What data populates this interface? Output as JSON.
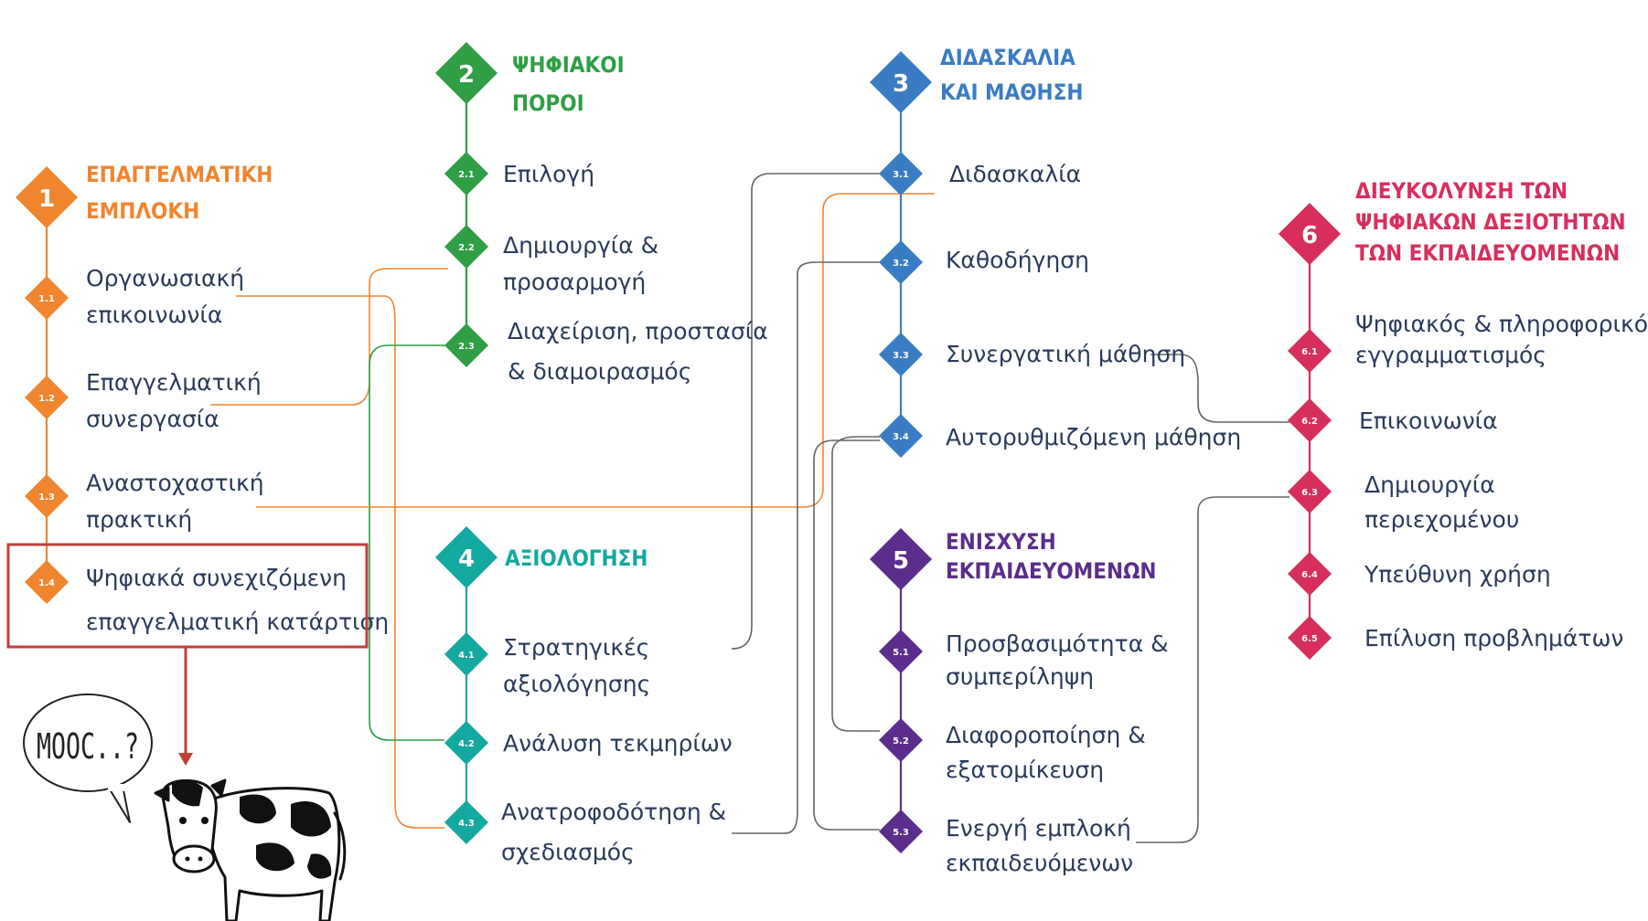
{
  "colors": {
    "area1": "#f0852f",
    "area2": "#2f9e44",
    "area3": "#3a7cc4",
    "area4": "#13a8a0",
    "area5": "#5b2d8c",
    "area6": "#d72f5c",
    "item_text": "#2a3b5a",
    "highlight": "#c0403a"
  },
  "areas": [
    {
      "number": "1",
      "title_lines": [
        "ΕΠΑΓΓΕΛΜΑΤΙΚΗ",
        "ΕΜΠΛΟΚΗ"
      ],
      "items": [
        {
          "code": "1.1",
          "lines": [
            "Οργανωσιακή",
            "επικοινωνία"
          ]
        },
        {
          "code": "1.2",
          "lines": [
            "Επαγγελματική",
            "συνεργασία"
          ]
        },
        {
          "code": "1.3",
          "lines": [
            "Αναστοχαστική",
            "πρακτική"
          ]
        },
        {
          "code": "1.4",
          "lines": [
            "Ψηφιακά συνεχιζόμενη",
            "επαγγελματική κατάρτιση"
          ]
        }
      ]
    },
    {
      "number": "2",
      "title_lines": [
        "ΨΗΦΙΑΚΟΙ",
        "ΠΟΡΟΙ"
      ],
      "items": [
        {
          "code": "2.1",
          "lines": [
            "Επιλογή"
          ]
        },
        {
          "code": "2.2",
          "lines": [
            "Δημιουργία &",
            "προσαρμογή"
          ]
        },
        {
          "code": "2.3",
          "lines": [
            "Διαχείριση, προστασία",
            "& διαμοιρασμός"
          ]
        }
      ]
    },
    {
      "number": "3",
      "title_lines": [
        "ΔΙΔΑΣΚΑΛΙΑ",
        "ΚΑΙ ΜΑΘΗΣΗ"
      ],
      "items": [
        {
          "code": "3.1",
          "lines": [
            "Διδασκαλία"
          ]
        },
        {
          "code": "3.2",
          "lines": [
            "Καθοδήγηση"
          ]
        },
        {
          "code": "3.3",
          "lines": [
            "Συνεργατική μάθηση"
          ]
        },
        {
          "code": "3.4",
          "lines": [
            "Αυτορυθμιζόμενη μάθηση"
          ]
        }
      ]
    },
    {
      "number": "4",
      "title_lines": [
        "ΑΞΙΟΛΟΓΗΣΗ"
      ],
      "items": [
        {
          "code": "4.1",
          "lines": [
            "Στρατηγικές",
            "αξιολόγησης"
          ]
        },
        {
          "code": "4.2",
          "lines": [
            "Ανάλυση τεκμηρίων"
          ]
        },
        {
          "code": "4.3",
          "lines": [
            "Ανατροφοδότηση &",
            "σχεδιασμός"
          ]
        }
      ]
    },
    {
      "number": "5",
      "title_lines": [
        "ΕΝΙΣΧΥΣΗ",
        "ΕΚΠΑΙΔΕΥΟΜΕΝΩΝ"
      ],
      "items": [
        {
          "code": "5.1",
          "lines": [
            "Προσβασιμότητα &",
            "συμπερίληψη"
          ]
        },
        {
          "code": "5.2",
          "lines": [
            "Διαφοροποίηση &",
            "εξατομίκευση"
          ]
        },
        {
          "code": "5.3",
          "lines": [
            "Ενεργή εμπλοκή",
            "εκπαιδευόμενων"
          ]
        }
      ]
    },
    {
      "number": "6",
      "title_lines": [
        "ΔΙΕΥΚΟΛΥΝΣΗ ΤΩΝ",
        "ΨΗΦΙΑΚΩΝ ΔΕΞΙΟΤΗΤΩΝ",
        "ΤΩΝ ΕΚΠΑΙΔΕΥΟΜΕΝΩΝ"
      ],
      "items": [
        {
          "code": "6.1",
          "lines": [
            "Ψηφιακός & πληροφορικός",
            "εγγραμματισμός"
          ]
        },
        {
          "code": "6.2",
          "lines": [
            "Επικοινωνία"
          ]
        },
        {
          "code": "6.3",
          "lines": [
            "Δημιουργία",
            "περιεχομένου"
          ]
        },
        {
          "code": "6.4",
          "lines": [
            "Υπεύθυνη χρήση"
          ]
        },
        {
          "code": "6.5",
          "lines": [
            "Επίλυση προβλημάτων"
          ]
        }
      ]
    }
  ],
  "speech_bubble": "MOOC..?"
}
